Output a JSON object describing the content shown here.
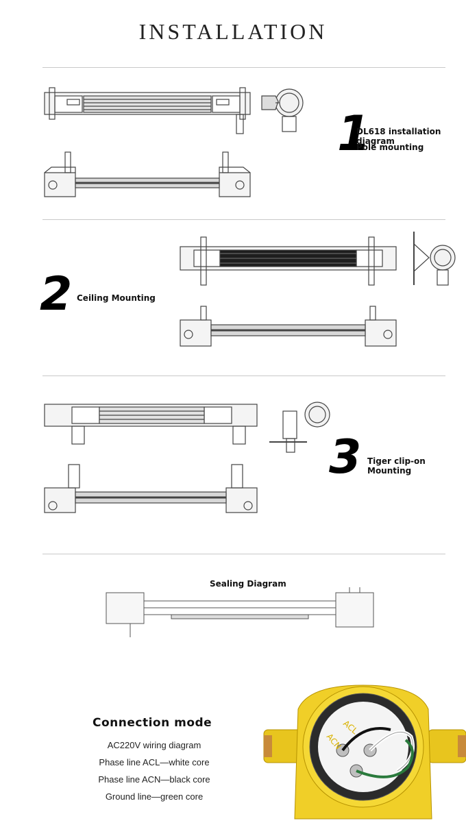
{
  "header": {
    "title": "INSTALLATION"
  },
  "section1": {
    "number": "1",
    "title": "DL618 installation diagram",
    "subtitle": "Pole mounting"
  },
  "section2": {
    "number": "2",
    "title": "Ceiling Mounting"
  },
  "section3": {
    "number": "3",
    "title": "Tiger clip-on Mounting"
  },
  "sealing": {
    "title": "Sealing Diagram"
  },
  "connection": {
    "title": "Connection mode",
    "lines": [
      "AC220V wiring diagram",
      "Phase line ACL—white core",
      "Phase line ACN—black core",
      "Ground line—green core"
    ],
    "terminal_labels": [
      "ACL",
      "ACN"
    ]
  },
  "colors": {
    "housing_yellow": "#e8c51e",
    "line_gray": "#555555",
    "divider": "#c8c8c8"
  }
}
